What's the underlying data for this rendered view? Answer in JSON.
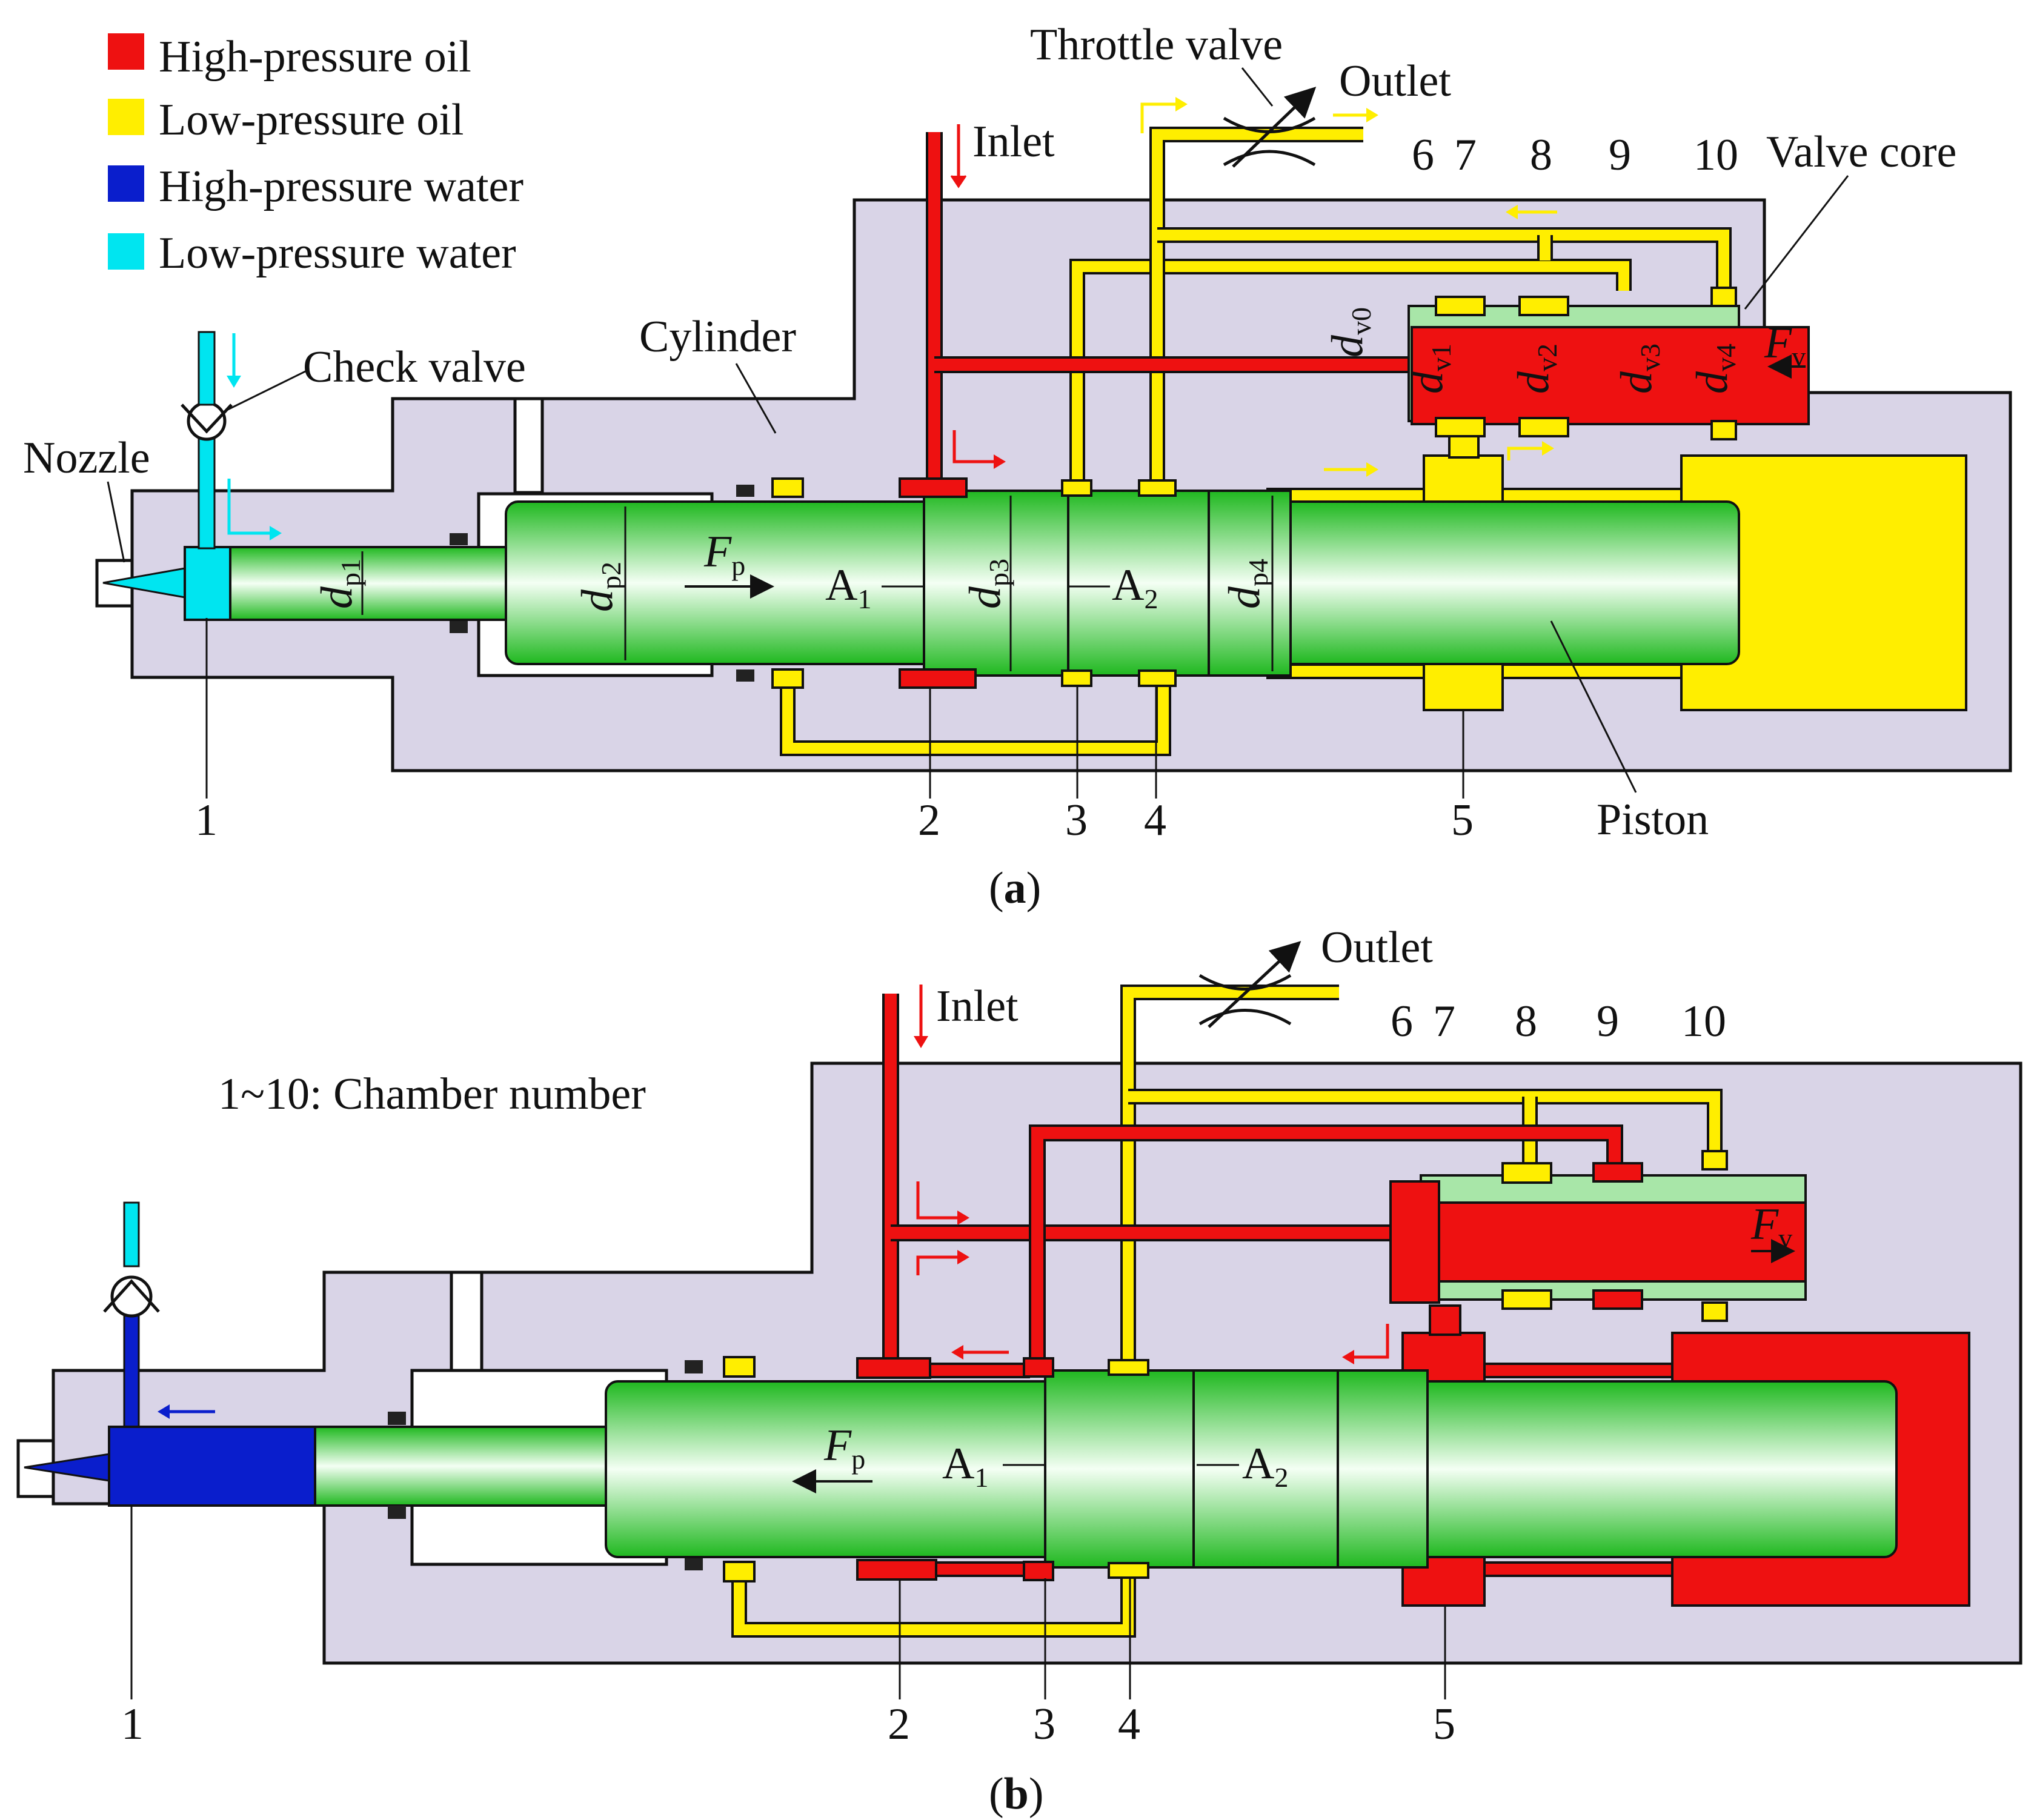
{
  "legend": {
    "items": [
      {
        "label": "High-pressure oil",
        "color": "#ee1111"
      },
      {
        "label": "Low-pressure oil",
        "color": "#ffee00"
      },
      {
        "label": "High-pressure water",
        "color": "#0a1ecc"
      },
      {
        "label": "Low-pressure water",
        "color": "#00e5f0"
      }
    ]
  },
  "panel_a": {
    "caption_open": "(",
    "caption_letter": "a",
    "caption_close": ")",
    "labels": {
      "throttle_valve": "Throttle valve",
      "outlet": "Outlet",
      "inlet": "Inlet",
      "valve_core": "Valve core",
      "cylinder": "Cylinder",
      "check_valve": "Check valve",
      "nozzle": "Nozzle",
      "piston": "Piston"
    },
    "chamber_numbers": [
      "1",
      "2",
      "3",
      "4",
      "5",
      "6",
      "7",
      "8",
      "9",
      "10"
    ],
    "symbols": {
      "F": "F",
      "p": "p",
      "v": "v",
      "A": "A",
      "one": "1",
      "two": "2",
      "d": "d",
      "dp1": "p1",
      "dp2": "p2",
      "dp3": "p3",
      "dp4": "p4",
      "dv0": "v0",
      "dv1": "v1",
      "dv2": "v2",
      "dv3": "v3",
      "dv4": "v4"
    }
  },
  "panel_b": {
    "caption_open": "(",
    "caption_letter": "b",
    "caption_close": ")",
    "note": "1~10: Chamber number",
    "labels": {
      "outlet": "Outlet",
      "inlet": "Inlet"
    },
    "chamber_numbers": [
      "1",
      "2",
      "3",
      "4",
      "5",
      "6",
      "7",
      "8",
      "9",
      "10"
    ]
  },
  "colors": {
    "body": "#d9d4e7",
    "piston_light": "#f4fff4",
    "piston_dark": "#1fb81f",
    "high_oil": "#ee1111",
    "low_oil": "#ffee00",
    "high_water": "#0a1ecc",
    "low_water": "#00e5f0"
  }
}
